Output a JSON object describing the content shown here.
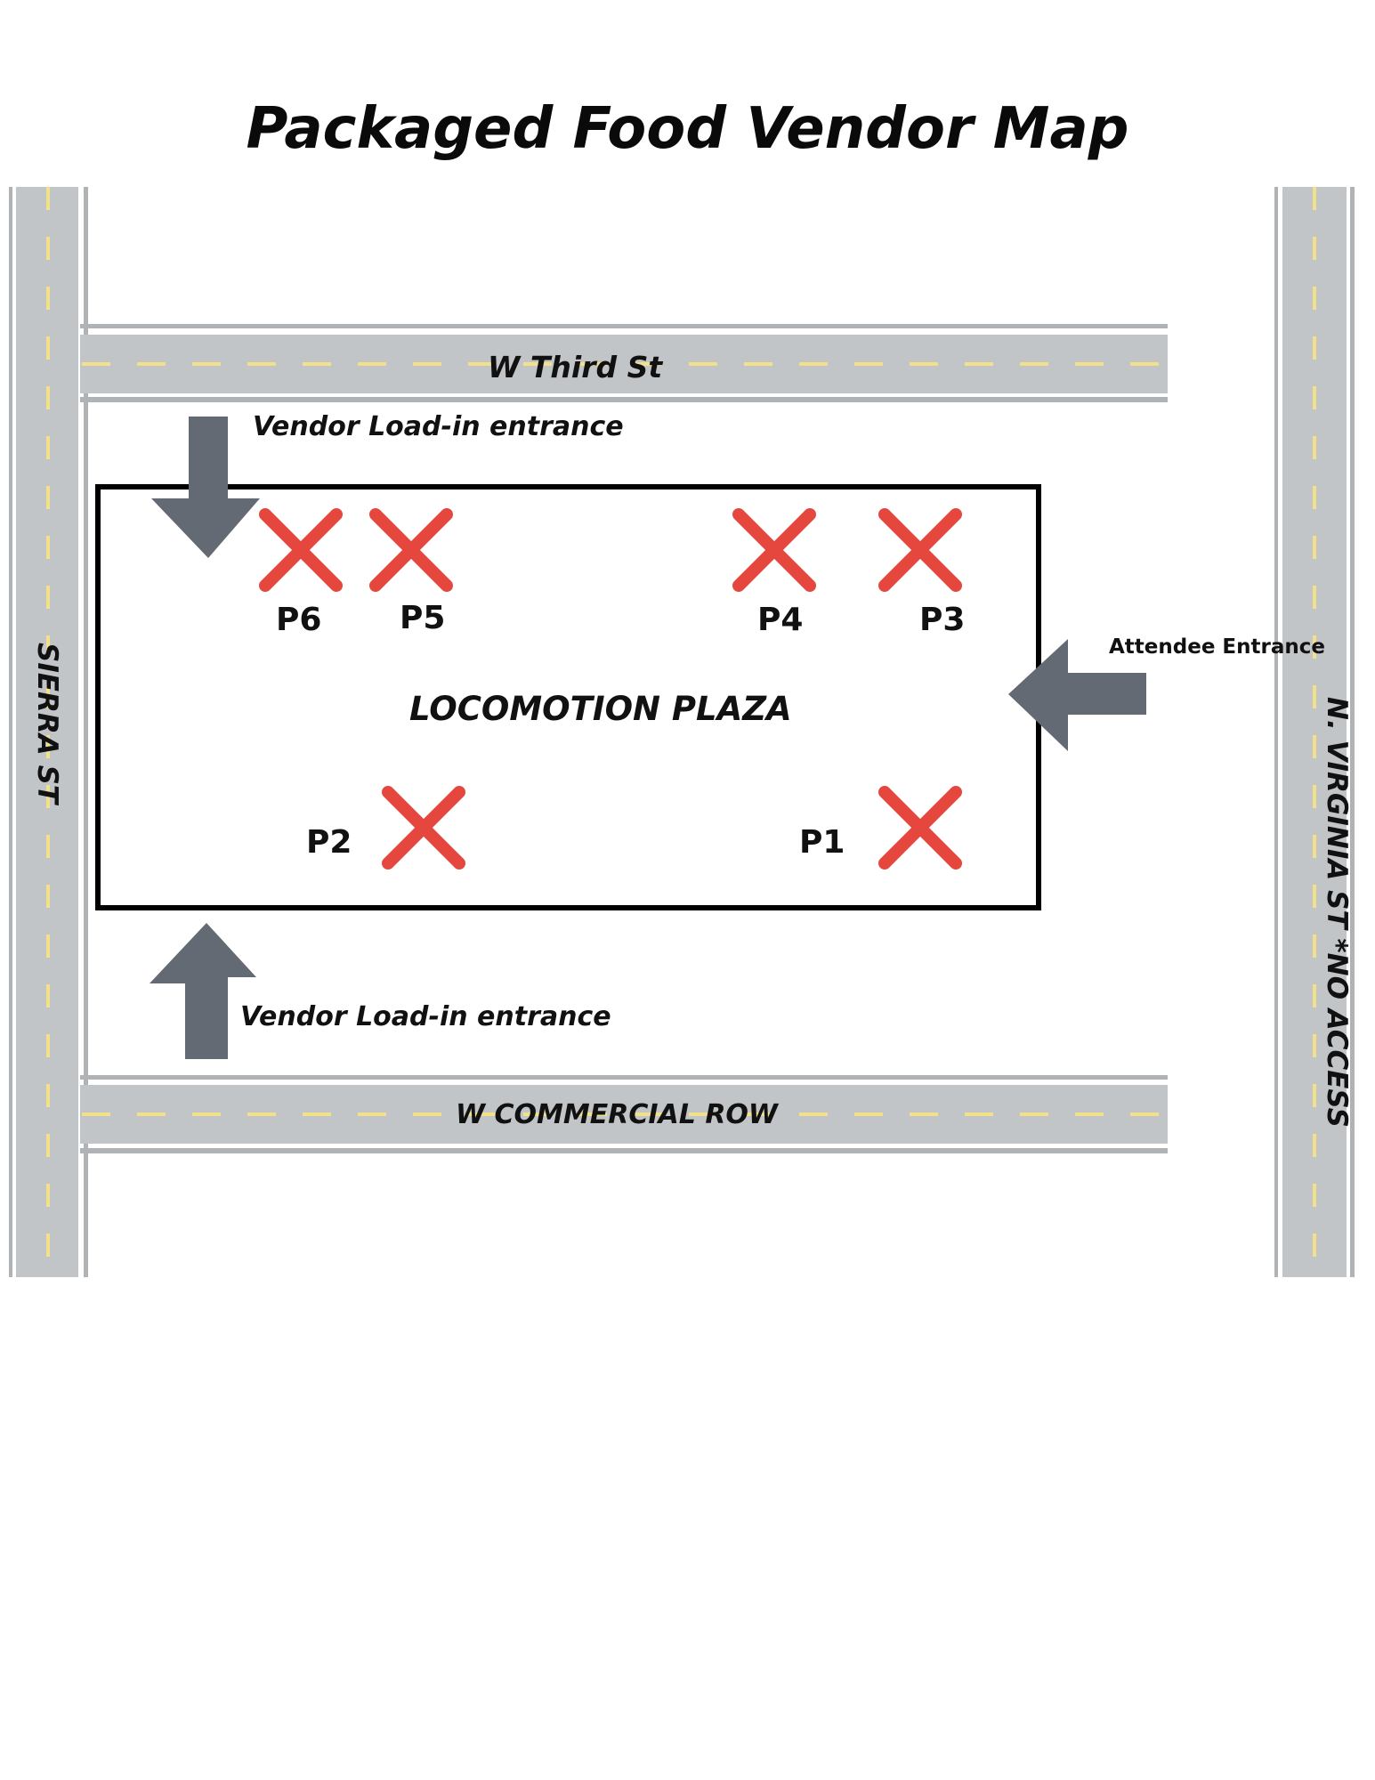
{
  "title": "Packaged Food Vendor Map",
  "streets": {
    "north": "W Third St",
    "south": "W COMMERCIAL ROW",
    "west": "SIERRA ST",
    "east": "N. VIRGINIA ST *NO ACCESS"
  },
  "plaza_name": "LOCOMOTION PLAZA",
  "entrances": {
    "vendor_north": "Vendor Load-in entrance",
    "vendor_south": "Vendor Load-in entrance",
    "attendee": "Attendee Entrance"
  },
  "plots": [
    "P1",
    "P2",
    "P3",
    "P4",
    "P5",
    "P6"
  ],
  "colors": {
    "road": "#c2c5c8",
    "road_edge": "#b0b3b6",
    "lane_marking": "#f2e08a",
    "arrow": "#646a73",
    "plot_marker": "#e5473e",
    "plaza_border": "#000000"
  }
}
